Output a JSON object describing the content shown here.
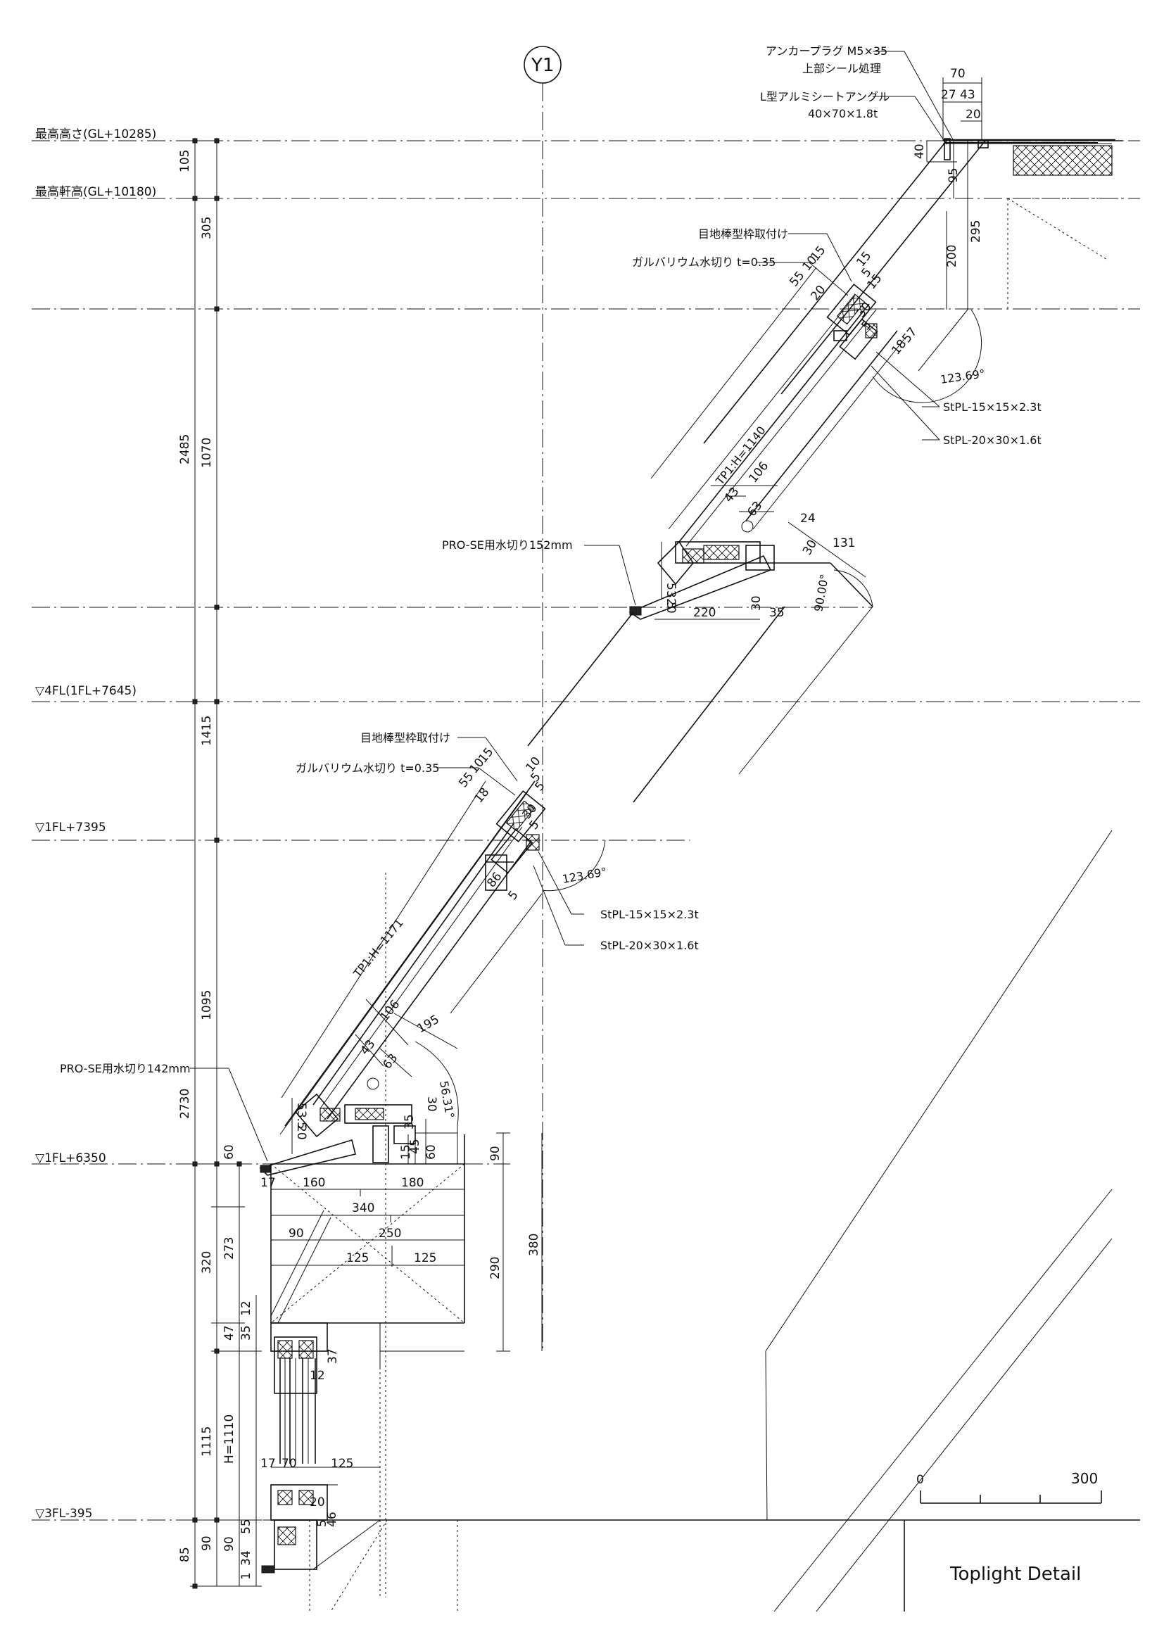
{
  "title": "Toplight Detail",
  "grid_axis": "Y1",
  "scale_bar": {
    "start": "0",
    "end": "300"
  },
  "levels": [
    {
      "id": "max-height",
      "label": "最高高さ(GL+10285)"
    },
    {
      "id": "max-eave",
      "label": "最高軒高(GL+10180)"
    },
    {
      "id": "4fl",
      "label": "▽4FL(1FL+7645)"
    },
    {
      "id": "1fl-7395",
      "label": "▽1FL+7395"
    },
    {
      "id": "1fl-6350",
      "label": "▽1FL+6350"
    },
    {
      "id": "3fl",
      "label": "▽3FL-395"
    }
  ],
  "notes": {
    "anchor_plug": "アンカープラグ M5×35",
    "top_seal": "上部シール処理",
    "l_angle": "L型アルミシートアングル",
    "l_angle_size": "40×70×1.8t",
    "joint_frame_1": "目地棒型枠取付け",
    "galvalume_1": "ガルバリウム水切り t=0.35",
    "stpl_15_1": "StPL-15×15×2.3t",
    "stpl_20_1": "StPL-20×30×1.6t",
    "prose_152": "PRO-SE用水切り152mm",
    "joint_frame_2": "目地棒型枠取付け",
    "galvalume_2": "ガルバリウム水切り t=0.35",
    "stpl_15_2": "StPL-15×15×2.3t",
    "stpl_20_2": "StPL-20×30×1.6t",
    "prose_142": "PRO-SE用水切り142mm",
    "tp1_upper": "TP1:H=1140",
    "tp1_lower": "TP1:H=1171",
    "h_1110": "H=1110"
  },
  "angles": {
    "upper_angle": "123.69°",
    "lower_angle": "123.69°",
    "right_angle": "90.00°",
    "sill_angle": "56.31°"
  },
  "dims_left_outer": [
    "105",
    "2485",
    "2730",
    "85"
  ],
  "dims_left_inner": [
    "305",
    "1070",
    "1415",
    "1095",
    "320",
    "1115",
    "90"
  ],
  "dims_left_small": [
    "60",
    "273",
    "47",
    "12",
    "35",
    "H=1110",
    "90",
    "55",
    "34",
    "1"
  ],
  "dims_top": {
    "w70": "70",
    "w27": "27",
    "w43": "43",
    "w20": "20",
    "h40": "40",
    "h95": "95",
    "h295": "295",
    "h200": "200"
  },
  "dims_upper_joint": [
    "55",
    "10",
    "15",
    "15",
    "5",
    "15",
    "20",
    "30",
    "5",
    "18",
    "57"
  ],
  "dims_upper_sill": [
    "106",
    "43",
    "63",
    "24",
    "30",
    "131",
    "53.5",
    "20",
    "220",
    "30",
    "35"
  ],
  "dims_lower_joint": [
    "55",
    "10",
    "15",
    "10",
    "5",
    "5",
    "18",
    "30",
    "5",
    "86",
    "5"
  ],
  "dims_lower_sill": [
    "106",
    "195",
    "43",
    "63",
    "53.5",
    "20",
    "30",
    "35",
    "45",
    "15",
    "60"
  ],
  "dims_bottom": {
    "d17a": "17",
    "d160": "160",
    "d180": "180",
    "d340": "340",
    "d90": "90",
    "d250": "250",
    "d125a": "125",
    "d125b": "125",
    "d290": "290",
    "d90v": "90",
    "d380": "380",
    "d37": "37",
    "d17b": "17",
    "d70": "70",
    "d125c": "125",
    "d20": "20",
    "d5": "5",
    "d46": "46"
  }
}
